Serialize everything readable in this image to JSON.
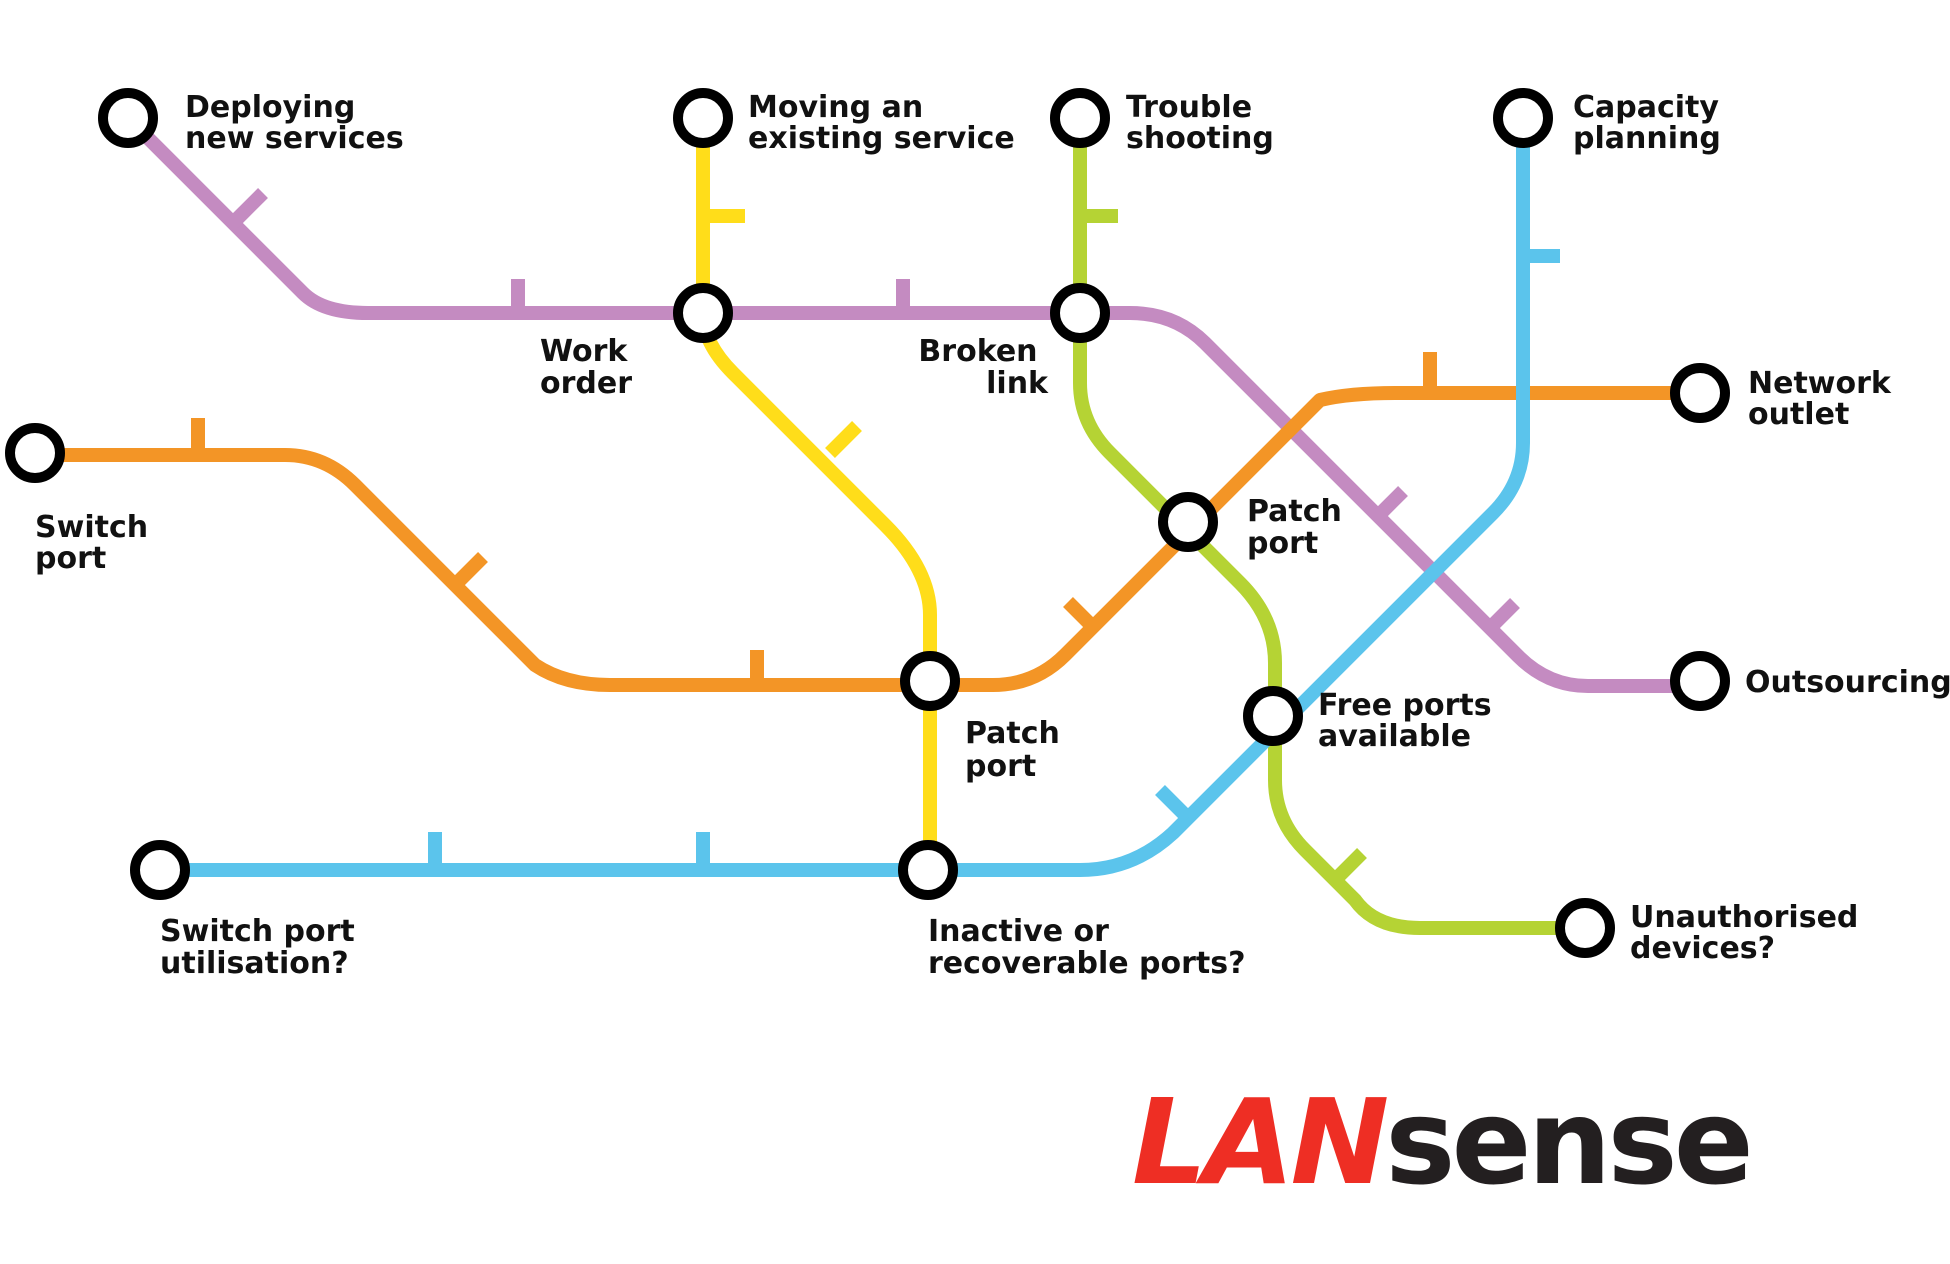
{
  "colors": {
    "purple": "#C48BC1",
    "yellow": "#FFDD1A",
    "green": "#B5D334",
    "blue": "#5BC4EC",
    "orange": "#F39526",
    "station_stroke": "#000000",
    "logo_red": "#EE2E24",
    "logo_dark": "#231F20"
  },
  "labels": {
    "deploying": [
      "Deploying",
      "new services"
    ],
    "moving": [
      "Moving an",
      "existing service"
    ],
    "trouble": [
      "Trouble",
      "shooting"
    ],
    "capacity": [
      "Capacity",
      "planning"
    ],
    "work_order": [
      "Work",
      "order"
    ],
    "broken_link": [
      "Broken",
      "link"
    ],
    "network_outlet": [
      "Network",
      "outlet"
    ],
    "switch_port": [
      "Switch",
      "port"
    ],
    "patch_port_upper": [
      "Patch",
      "port"
    ],
    "outsourcing": [
      "Outsourcing"
    ],
    "free_ports": [
      "Free ports",
      "available"
    ],
    "patch_port_lower": [
      "Patch",
      "port"
    ],
    "unauthorised": [
      "Unauthorised",
      "devices?"
    ],
    "switch_util": [
      "Switch port",
      "utilisation?"
    ],
    "inactive": [
      "Inactive or",
      "recoverable ports?"
    ]
  },
  "logo": {
    "part1": "LAN",
    "part2": "sense"
  }
}
